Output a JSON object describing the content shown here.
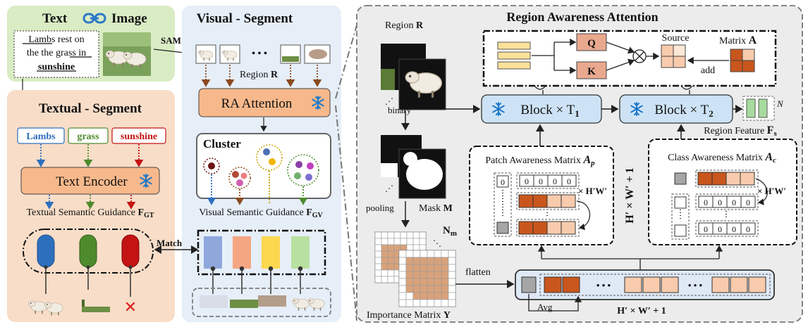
{
  "colors": {
    "text_panel_bg": "#d9ecc4",
    "textual_panel_bg": "#f8ddc8",
    "visual_panel_bg": "#e6eef8",
    "right_panel_bg": "#ececec",
    "attention_block": "#f7b98c",
    "transformer_block": "#cde3f5",
    "orange_dark": "#c9561c",
    "orange_light": "#f8cbad",
    "lambs_blue": "#2e6fbd",
    "grass_green": "#4e8b2c",
    "sunshine_red": "#c41313",
    "yellow_token": "#fbe19a",
    "qk_box": "#e9a98f"
  },
  "text_image": {
    "title_left": "Text",
    "title_right": "Image",
    "link_icon": "link-icon",
    "caption_line1": "Lambs rest on",
    "caption_line2": "the the grass in",
    "caption_line3": "sunshine",
    "sam_label": "SAM"
  },
  "textual_segment": {
    "title": "Textual - Segment",
    "words": [
      "Lambs",
      "grass",
      "sunshine"
    ],
    "encoder_label": "Text Encoder",
    "snowflake_icon": "snowflake-icon",
    "guidance_label": "Textual Semantic Guidance ",
    "guidance_symbol": "F",
    "guidance_sub": "GT",
    "wrong_mark": "✕"
  },
  "visual_segment": {
    "title": "Visual - Segment",
    "ellipsis": "• • •",
    "region_label": "Region ",
    "region_symbol": "R",
    "attention_label": "RA Attention",
    "cluster_label": "Cluster",
    "guidance_label": "Visual Semantic Guidance ",
    "guidance_symbol": "F",
    "guidance_sub": "GV",
    "match_label": "Match"
  },
  "right_panel": {
    "region_label": "Region ",
    "region_symbol": "R",
    "binary_label": "binary",
    "pooling_label": "pooling",
    "mask_label": "Mask ",
    "mask_symbol": "M",
    "nm_symbol": "N",
    "nm_sub": "m",
    "importance_label": "Importance Matrix ",
    "importance_symbol": "Y",
    "flatten_label": "flatten",
    "avg_label": "Avg",
    "token_len_label": "H′ × W′ + 1",
    "dots": "• • •",
    "raa_title": "Region Awareness Attention",
    "q_label": "Q",
    "k_label": "K",
    "source_label": "Source",
    "matrix_label": "Matrix ",
    "matrix_symbol": "A",
    "add_label": "add",
    "block1_label": "Block × T",
    "block1_sub": "1",
    "block2_label": "Block × T",
    "block2_sub": "2",
    "region_feature_label": "Region Feature ",
    "region_feature_symbol": "F",
    "region_feature_sub": "s",
    "n_label": "N",
    "pam_label": "Patch Awareness Matrix ",
    "pam_symbol": "A",
    "pam_sub": "p",
    "cam_label": "Class Awareness Matrix ",
    "cam_symbol": "A",
    "cam_sub": "c",
    "hw_label": "× H′W′",
    "vertical_label": "H′ × W′ + 1",
    "zero_row": [
      "0",
      "0",
      "0",
      "0"
    ],
    "zero": "0"
  }
}
